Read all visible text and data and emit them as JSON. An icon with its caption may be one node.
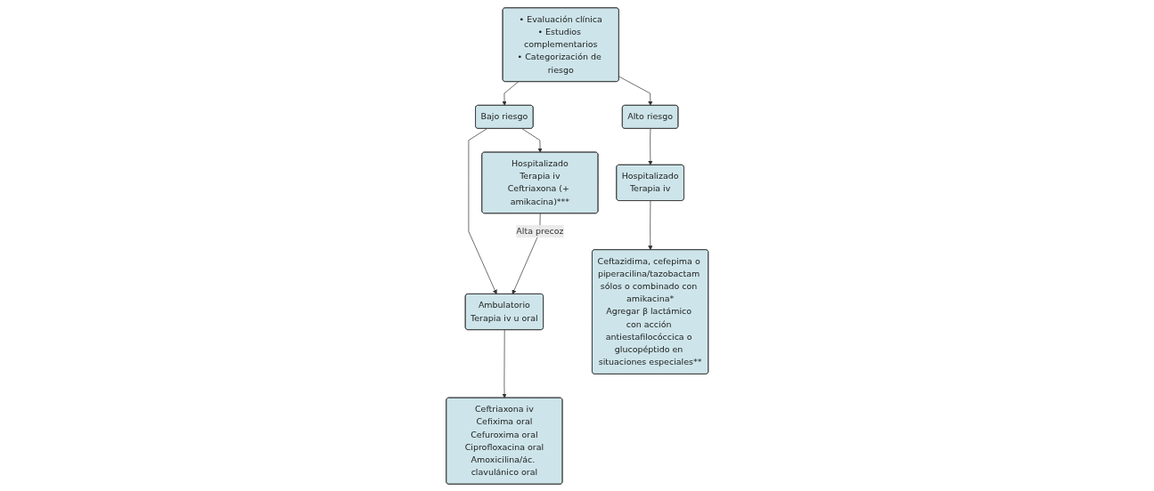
{
  "diagram": {
    "nodes": [
      {
        "text": [
          "• Evaluación clínica",
          "• Estudios complementarios",
          "• Categorización de riesgo"
        ]
      },
      {
        "text": [
          "Alto riesgo"
        ]
      },
      {
        "text": [
          "Bajo riesgo"
        ]
      },
      {
        "text": [
          "Hospitalizado",
          "Terapia iv"
        ]
      },
      {
        "text": [
          "Hospitalizado",
          "Terapia iv",
          "Ceftriaxona (+ amikacina)***"
        ]
      },
      {
        "text": [
          "Ambulatorio",
          "Terapia iv u oral"
        ]
      },
      {
        "text": [
          "Ceftazidima, cefepima o piperacilina/tazobactam sólos o combinado con amikacina*",
          "Agregar β lactámico con acción antiestafilocóccica o glucopéptido en situaciones especiales**"
        ]
      },
      {
        "text": [
          "Ceftriaxona iv",
          "Cefixima oral",
          "Cefuroxima oral",
          "Ciprofloxacina oral",
          "Amoxicilina/ác. clavulánico oral"
        ]
      }
    ],
    "edges": [
      {
        "from": 0,
        "to": 1,
        "arrow": "to"
      },
      {
        "from": 0,
        "to": 2,
        "arrow": "to"
      },
      {
        "from": 1,
        "to": 3,
        "arrow": "to"
      },
      {
        "from": 2,
        "to": 4,
        "arrow": "to"
      },
      {
        "from": 2,
        "to": 5,
        "arrow": "to"
      },
      {
        "from": 4,
        "to": 5,
        "arrow": "to",
        "label": "Alta precoz"
      },
      {
        "from": 3,
        "to": 6,
        "arrow": "to"
      },
      {
        "from": 5,
        "to": 7,
        "arrow": "to"
      }
    ]
  }
}
